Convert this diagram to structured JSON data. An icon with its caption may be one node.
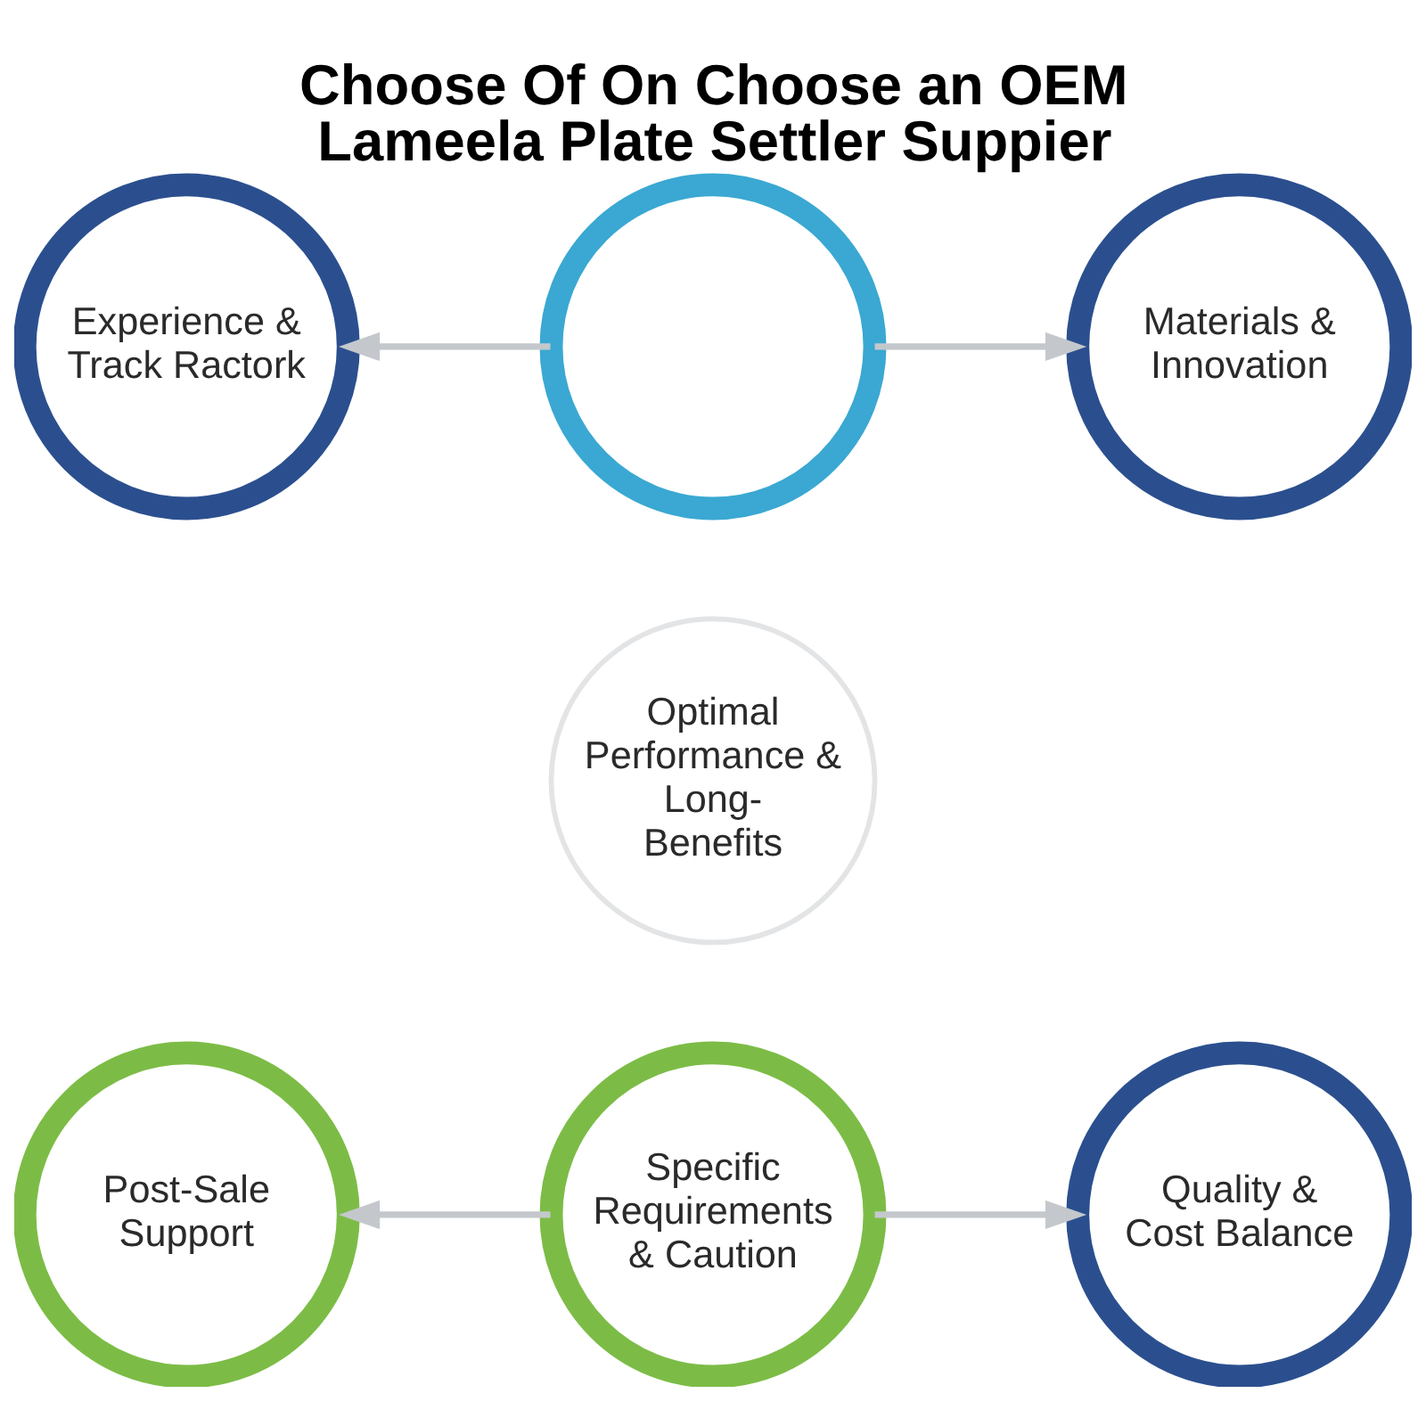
{
  "diagram": {
    "title": "Choose Of On Choose an OEM Lameela Plate Settler Suppier",
    "nodes": [
      {
        "text": [
          "Experience & Track Ractork"
        ]
      },
      {
        "text": [],
        "shape": "circle"
      },
      {
        "text": [
          "Materials & Innovation"
        ]
      },
      {
        "text": [
          "Optimal Performance & Long- Benefits"
        ]
      },
      {
        "text": [
          "Post-Sale Support"
        ]
      },
      {
        "text": [
          "Specific Requirements & Caution"
        ]
      },
      {
        "text": [
          "Quality & Cost Balance"
        ]
      }
    ],
    "edges": [
      {
        "from": 1,
        "to": 0,
        "arrow": "to"
      },
      {
        "from": 1,
        "to": 2,
        "arrow": "to"
      },
      {
        "from": 5,
        "to": 4,
        "arrow": "to"
      },
      {
        "from": 5,
        "to": 6,
        "arrow": "to"
      }
    ]
  }
}
